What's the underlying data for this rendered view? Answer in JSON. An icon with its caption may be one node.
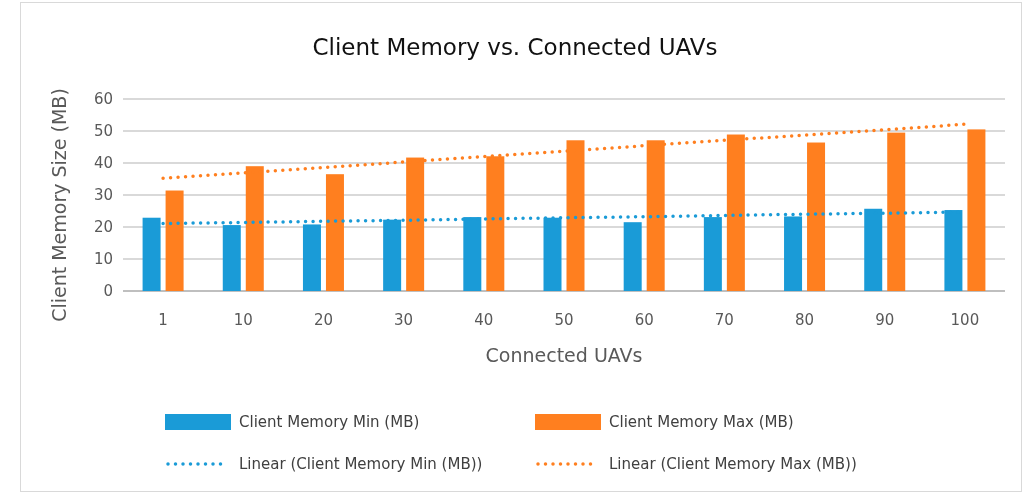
{
  "diagram": {
    "title": "Client Memory vs. Connected UAVs",
    "legend": [
      {
        "text": "Client Memory Min (MB)",
        "color": "#1a9bd7"
      },
      {
        "text": "Client Memory Max (MB)",
        "color": "#ff7f1f"
      },
      {
        "text": "Linear (Client Memory Min (MB))"
      },
      {
        "text": "Linear (Client Memory Max (MB))"
      }
    ],
    "chart_data": {
      "type": "bar",
      "xlabel": "Connected UAVs",
      "ylabel": "Client Memory Size (MB)",
      "categories": [
        "1",
        "10",
        "20",
        "30",
        "40",
        "50",
        "60",
        "70",
        "80",
        "90",
        "100"
      ],
      "series": [
        {
          "color": "#1a9bd7",
          "values": [
            22.9,
            20.6,
            20.8,
            22.3,
            23.1,
            22.9,
            21.5,
            23.1,
            23.3,
            25.7,
            25.3
          ]
        },
        {
          "color": "#ff7f1f",
          "values": [
            31.4,
            39.0,
            36.5,
            41.7,
            42.1,
            47.1,
            47.1,
            48.9,
            46.4,
            49.5,
            50.5
          ]
        },
        {
          "type": "line",
          "line_style": "dotted",
          "color": "#1a9bd7",
          "values": [
            21.1,
            21.4,
            21.8,
            22.1,
            22.5,
            22.9,
            23.2,
            23.6,
            24.0,
            24.3,
            24.7
          ]
        },
        {
          "type": "line",
          "line_style": "dotted",
          "color": "#ff7f1f",
          "values": [
            35.2,
            36.9,
            38.6,
            40.3,
            42.0,
            43.7,
            45.4,
            47.1,
            48.7,
            50.4,
            52.1
          ]
        }
      ],
      "grid": true,
      "ylim": [
        0,
        60
      ],
      "yticks": [
        0,
        10,
        20,
        30,
        40,
        50,
        60
      ],
      "orientation": "vertical"
    }
  }
}
